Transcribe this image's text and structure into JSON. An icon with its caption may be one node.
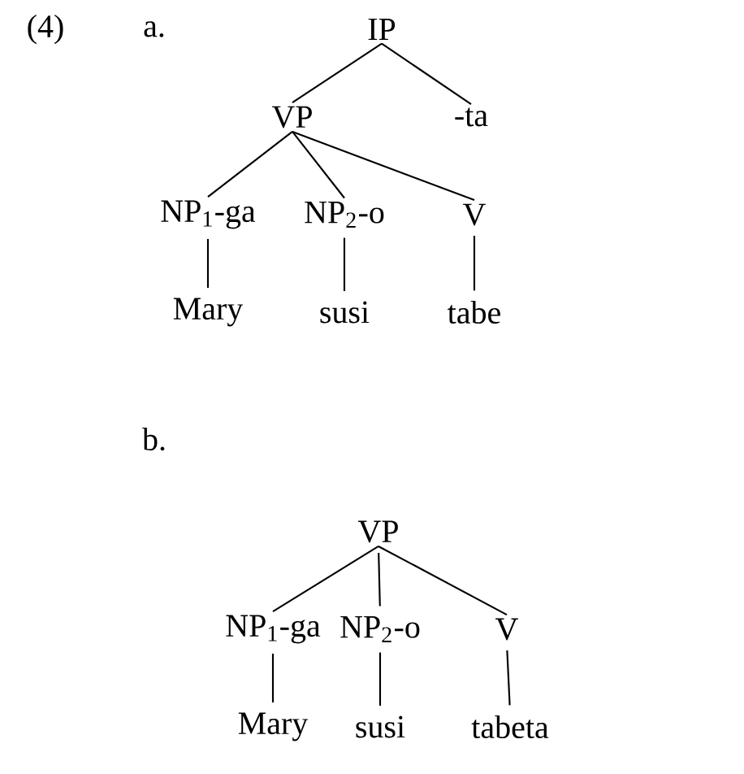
{
  "diagram": {
    "nodes": [
      {
        "text": [
          "IP"
        ]
      },
      {
        "text": [
          "VP"
        ]
      },
      {
        "text": [
          "-ta"
        ]
      },
      {
        "text": [
          "NP$_{1}$-ga"
        ]
      },
      {
        "text": [
          "NP$_{2}$-o"
        ]
      },
      {
        "text": [
          "V"
        ]
      },
      {
        "text": [
          "Mary"
        ]
      },
      {
        "text": [
          "susi"
        ]
      },
      {
        "text": [
          "tabe"
        ]
      },
      {
        "text": [
          "VP"
        ]
      },
      {
        "text": [
          "NP$_{1}$-ga"
        ]
      },
      {
        "text": [
          "NP$_{2}$-o"
        ]
      },
      {
        "text": [
          "V"
        ]
      },
      {
        "text": [
          "Mary"
        ]
      },
      {
        "text": [
          "susi"
        ]
      },
      {
        "text": [
          "tabeta"
        ]
      }
    ],
    "edges": [
      {
        "from": 0,
        "to": 1,
        "arrow": "none"
      },
      {
        "from": 0,
        "to": 2,
        "arrow": "none"
      },
      {
        "from": 1,
        "to": 3,
        "arrow": "none"
      },
      {
        "from": 1,
        "to": 4,
        "arrow": "none"
      },
      {
        "from": 1,
        "to": 5,
        "arrow": "none"
      },
      {
        "from": 3,
        "to": 6,
        "arrow": "none"
      },
      {
        "from": 4,
        "to": 7,
        "arrow": "none"
      },
      {
        "from": 5,
        "to": 8,
        "arrow": "none"
      },
      {
        "from": 9,
        "to": 10,
        "arrow": "none"
      },
      {
        "from": 9,
        "to": 11,
        "arrow": "none"
      },
      {
        "from": 9,
        "to": 12,
        "arrow": "none"
      },
      {
        "from": 10,
        "to": 13,
        "arrow": "none"
      },
      {
        "from": 11,
        "to": 14,
        "arrow": "none"
      },
      {
        "from": 12,
        "to": 15,
        "arrow": "none"
      }
    ],
    "labels": [
      "(4)",
      "a.",
      "b."
    ]
  }
}
